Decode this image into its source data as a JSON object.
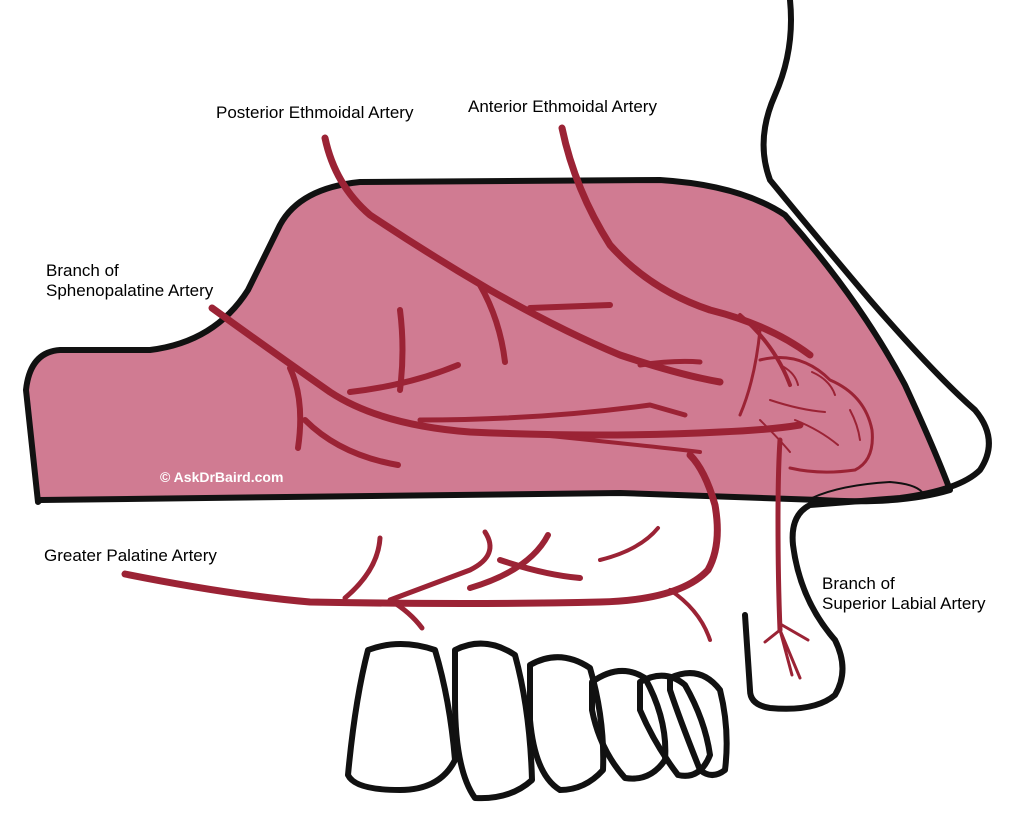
{
  "labels": {
    "posterior_ethmoidal": "Posterior Ethmoidal Artery",
    "anterior_ethmoidal": "Anterior Ethmoidal Artery",
    "sphenopalatine_line1": "Branch of",
    "sphenopalatine_line2": "Sphenopalatine Artery",
    "greater_palatine": "Greater Palatine Artery",
    "superior_labial_line1": "Branch of",
    "superior_labial_line2": "Superior Labial Artery"
  },
  "watermark": "© AskDrBaird.com",
  "colors": {
    "nasal_cavity_fill": "#d07b92",
    "outline": "#111111",
    "artery": "#9b2335",
    "text": "#000000",
    "background": "#ffffff"
  }
}
